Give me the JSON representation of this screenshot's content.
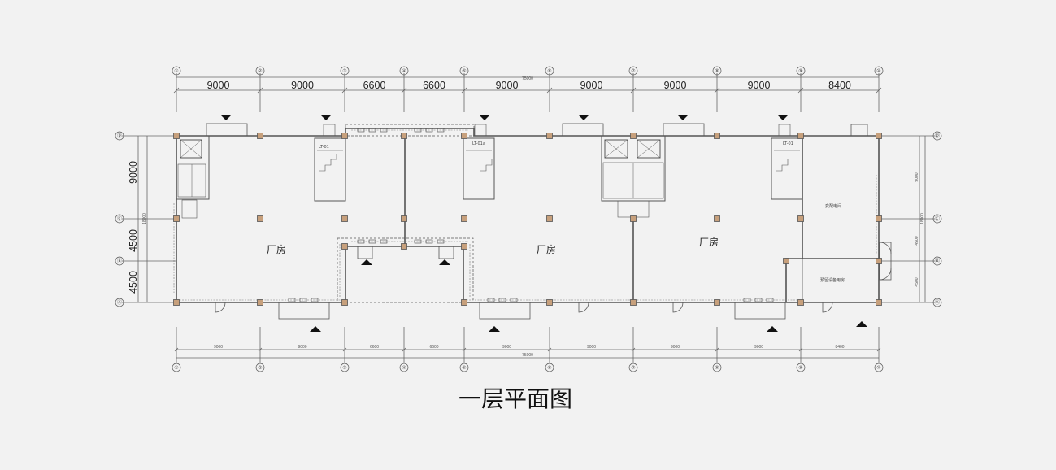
{
  "title": "一层平面图",
  "top_dimensions": [
    "9000",
    "9000",
    "6600",
    "6600",
    "9000",
    "9000",
    "9000",
    "9000",
    "8400"
  ],
  "top_total": "75000",
  "bottom_dimensions": [
    "9000",
    "9000",
    "6600",
    "6600",
    "9000",
    "9000",
    "9000",
    "9000",
    "8400"
  ],
  "bottom_total": "75000",
  "grid_columns": [
    "①",
    "②",
    "③",
    "④",
    "⑤",
    "⑥",
    "⑦",
    "⑧",
    "⑨",
    "⑩"
  ],
  "grid_rows": [
    "Ⓐ",
    "Ⓑ",
    "Ⓒ",
    "Ⓓ"
  ],
  "left_dimensions": [
    "9000",
    "4500",
    "4500"
  ],
  "left_total": "18000",
  "right_dimensions": [
    "9000",
    "4500",
    "4500"
  ],
  "right_total": "18000",
  "rooms": {
    "factory_1": "厂房",
    "factory_2": "厂房",
    "factory_3": "厂房",
    "substation": "变配电间",
    "reserved": "预留设备用房"
  },
  "stair_labels": [
    "LT-01",
    "LT-01a",
    "LT-01"
  ],
  "colors": {
    "background": "#f2f2f2",
    "wall": "#555555",
    "column": "#c7a07c",
    "line": "#666666",
    "text": "#222222"
  }
}
